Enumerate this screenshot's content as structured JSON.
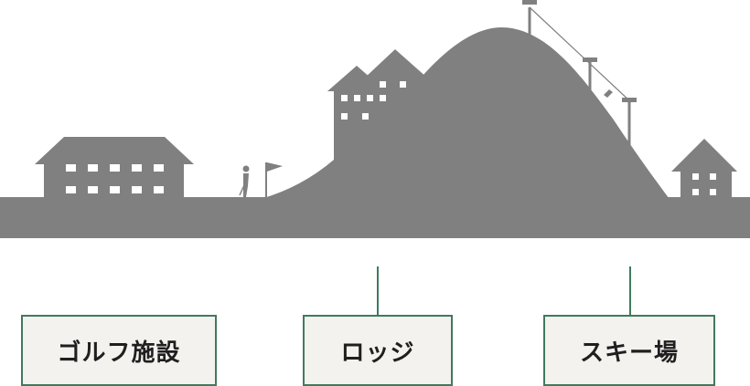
{
  "labels": {
    "golf": "ゴルフ施設",
    "lodge": "ロッジ",
    "ski": "スキー場"
  },
  "colors": {
    "silhouette": "#808080",
    "window": "#ffffff",
    "label_border": "#3f7a5e",
    "label_fill": "#f4f2ee",
    "lift_cable": "#808080"
  },
  "icons": [
    "building-icon",
    "golfer-icon",
    "flag-icon",
    "lodge-icon",
    "mountain-icon",
    "ski-lift-icon",
    "house-icon"
  ]
}
